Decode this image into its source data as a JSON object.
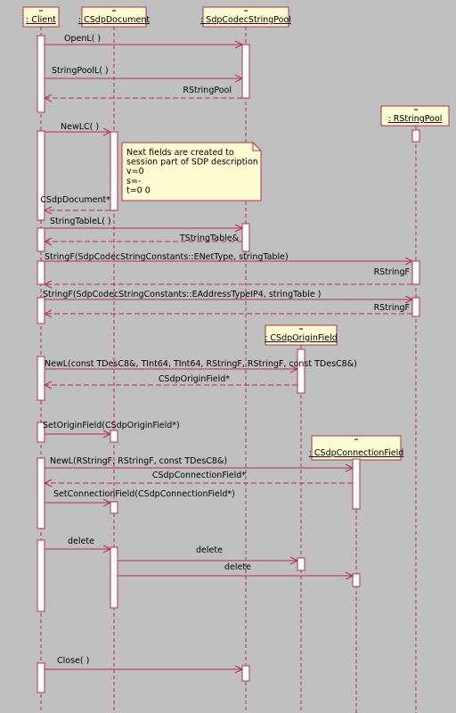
{
  "colors": {
    "background": "#c0c0c0",
    "line": "#b03050",
    "header_fill": "#fffbd2",
    "activation_fill": "#ffffff"
  },
  "lifelines": [
    {
      "id": "client",
      "label": ": Client"
    },
    {
      "id": "doc",
      "label": ": CSdpDocument"
    },
    {
      "id": "pool",
      "label": ": SdpCodecStringPool"
    },
    {
      "id": "rsp",
      "label": ": RStringPool"
    },
    {
      "id": "origin",
      "label": ": CSdpOriginField"
    },
    {
      "id": "conn",
      "label": ": CSdpConnectionField"
    }
  ],
  "messages": [
    {
      "id": "openl",
      "text": "OpenL( )"
    },
    {
      "id": "stringpooll",
      "text": "StringPoolL( )"
    },
    {
      "id": "ret_rstringpool",
      "text": "RStringPool"
    },
    {
      "id": "newlc",
      "text": "NewLC( )"
    },
    {
      "id": "ret_csdpdocument",
      "text": "CSdpDocument*"
    },
    {
      "id": "stringtablel",
      "text": "StringTableL( )"
    },
    {
      "id": "ret_tstringtable",
      "text": "TStringTable&"
    },
    {
      "id": "stringf1",
      "text": "StringF(SdpCodecStringConstants::ENetType, stringTable)"
    },
    {
      "id": "ret_rstringf1",
      "text": "RStringF"
    },
    {
      "id": "stringf2",
      "text": "StringF(SdpCodecStringConstants::EAddressTypeIP4, stringTable )"
    },
    {
      "id": "ret_rstringf2",
      "text": "RStringF"
    },
    {
      "id": "newl_origin",
      "text": "NewL(const TDesC8&, TInt64, TInt64, RStringF, RStringF, const TDesC8&)"
    },
    {
      "id": "ret_origin",
      "text": "CSdpOriginField*"
    },
    {
      "id": "setorigin",
      "text": "SetOriginField(CSdpOriginField*)"
    },
    {
      "id": "newl_conn",
      "text": "NewL(RStringF, RStringF, const TDesC8&)"
    },
    {
      "id": "ret_conn",
      "text": "CSdpConnectionField*"
    },
    {
      "id": "setconn",
      "text": "SetConnectionField(CSdpConnectionField*)"
    },
    {
      "id": "delete1",
      "text": "delete"
    },
    {
      "id": "delete2",
      "text": "delete"
    },
    {
      "id": "delete3",
      "text": "delete"
    },
    {
      "id": "close",
      "text": "Close( )"
    }
  ],
  "note": {
    "lines": [
      "Next fields are created to",
      "session part of SDP description",
      "v=0",
      "s=-",
      "t=0 0"
    ]
  }
}
